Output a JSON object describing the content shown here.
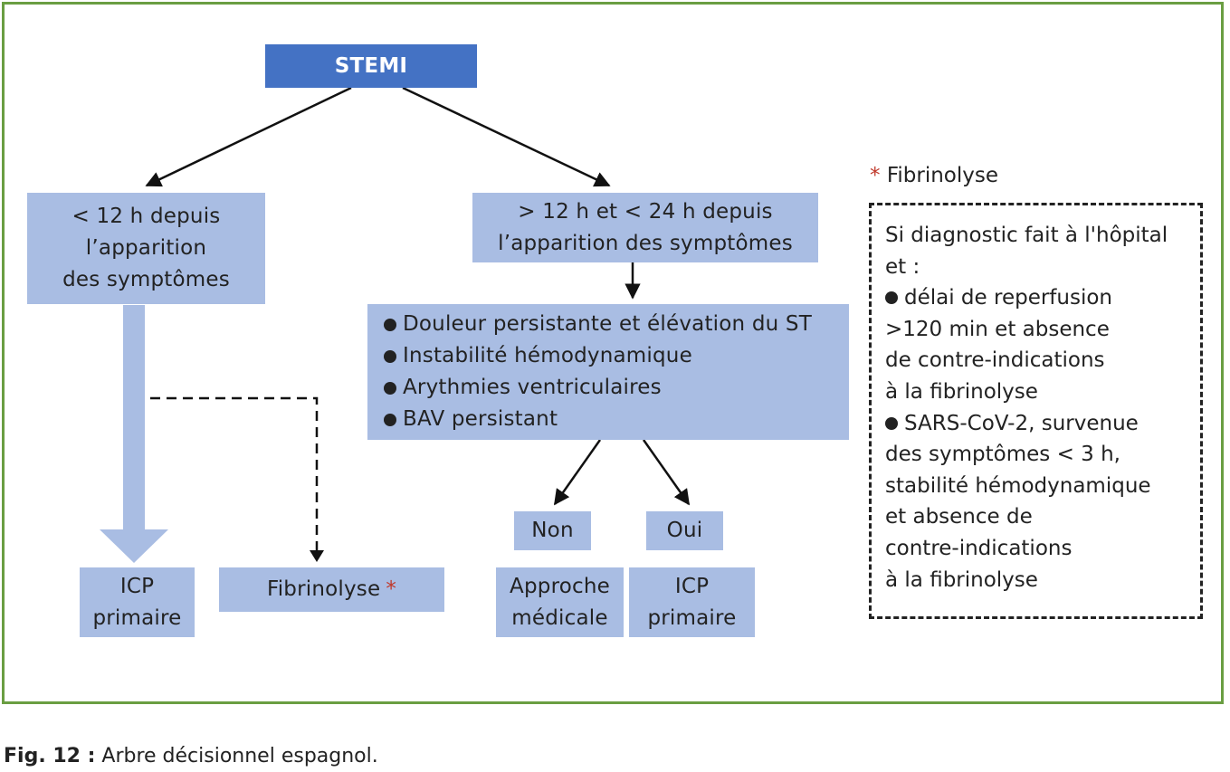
{
  "nodes": {
    "stemi": "STEMI",
    "lt12": [
      "< 12 h depuis",
      "l’apparition",
      "des symptômes"
    ],
    "gt12": [
      "> 12 h et < 24 h depuis",
      "l’apparition des symptômes"
    ],
    "criteria": [
      "Douleur persistante et élévation du ST",
      "Instabilité hémodynamique",
      "Arythmies ventriculaires",
      "BAV persistant"
    ],
    "icp_left": [
      "ICP",
      "primaire"
    ],
    "fibrinolyse": "Fibrinolyse",
    "non": "Non",
    "oui": "Oui",
    "approche": [
      "Approche",
      "médicale"
    ],
    "icp_right": [
      "ICP",
      "primaire"
    ]
  },
  "note": {
    "star": "*",
    "title": "Fibrinolyse",
    "lines": [
      {
        "text": "Si diagnostic fait à l'hôpital",
        "bullet": false
      },
      {
        "text": "et :",
        "bullet": false
      },
      {
        "text": "délai de reperfusion",
        "bullet": true
      },
      {
        "text": ">120 min et absence",
        "bullet": false
      },
      {
        "text": "de contre-indications",
        "bullet": false
      },
      {
        "text": "à la fibrinolyse",
        "bullet": false
      },
      {
        "text": "SARS-CoV-2, survenue",
        "bullet": true
      },
      {
        "text": "des symptômes < 3 h,",
        "bullet": false
      },
      {
        "text": "stabilité hémodynamique",
        "bullet": false
      },
      {
        "text": "et absence de",
        "bullet": false
      },
      {
        "text": "contre-indications",
        "bullet": false
      },
      {
        "text": "à la fibrinolyse",
        "bullet": false
      }
    ]
  },
  "caption": {
    "label": "Fig. 12 :",
    "text": " Arbre décisionnel espagnol."
  },
  "colors": {
    "node_fill": "#a9bde3",
    "title_fill": "#4472c4",
    "frame": "#6a9e42",
    "star": "#c0392b"
  }
}
